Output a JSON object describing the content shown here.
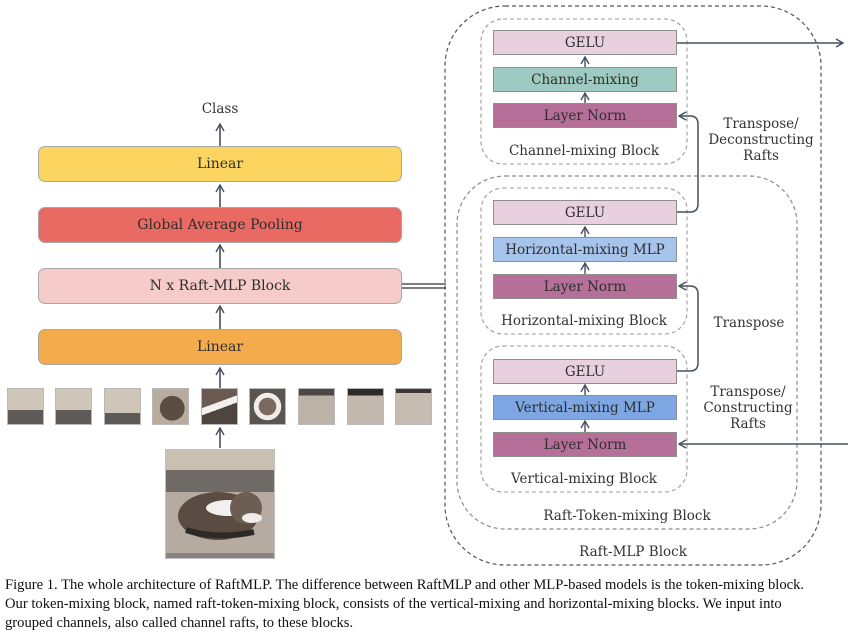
{
  "left_stack": {
    "output_label": "Class",
    "blocks": [
      {
        "label": "Linear",
        "color": "#fcd561"
      },
      {
        "label": "Global Average Pooling",
        "color": "#e86a62"
      },
      {
        "label": "N x Raft-MLP Block",
        "color": "#f6cccb"
      },
      {
        "label": "Linear",
        "color": "#f3ab4c"
      }
    ],
    "patch_count": 9
  },
  "right_diagram": {
    "outer_block_label": "Raft-MLP Block",
    "token_mixing_label": "Raft-Token-mixing Block",
    "channel_block": {
      "label": "Channel-mixing Block",
      "layers": [
        {
          "label": "GELU",
          "color": "#e8d0de"
        },
        {
          "label": "Channel-mixing",
          "color": "#9ecbc1"
        },
        {
          "label": "Layer Norm",
          "color": "#b56f98"
        }
      ]
    },
    "horizontal_block": {
      "label": "Horizontal-mixing Block",
      "layers": [
        {
          "label": "GELU",
          "color": "#e8d0de"
        },
        {
          "label": "Horizontal-mixing MLP",
          "color": "#a6c4ec"
        },
        {
          "label": "Layer Norm",
          "color": "#b56f98"
        }
      ]
    },
    "vertical_block": {
      "label": "Vertical-mixing Block",
      "layers": [
        {
          "label": "GELU",
          "color": "#e8d0de"
        },
        {
          "label": "Vertical-mixing MLP",
          "color": "#7ea6e2"
        },
        {
          "label": "Layer Norm",
          "color": "#b56f98"
        }
      ]
    },
    "annotations": {
      "deconstruct": [
        "Transpose/",
        "Deconstructing",
        "Rafts"
      ],
      "transpose": "Transpose",
      "construct": [
        "Transpose/",
        "Constructing",
        "Rafts"
      ]
    }
  },
  "caption": {
    "lines": [
      "Figure 1. The whole architecture of RaftMLP. The difference between RaftMLP and other MLP-based models is the token-mixing block.",
      "Our token-mixing block, named raft-token-mixing block, consists of the vertical-mixing and horizontal-mixing blocks.  We input into",
      "grouped channels, also called channel rafts, to these blocks."
    ]
  }
}
